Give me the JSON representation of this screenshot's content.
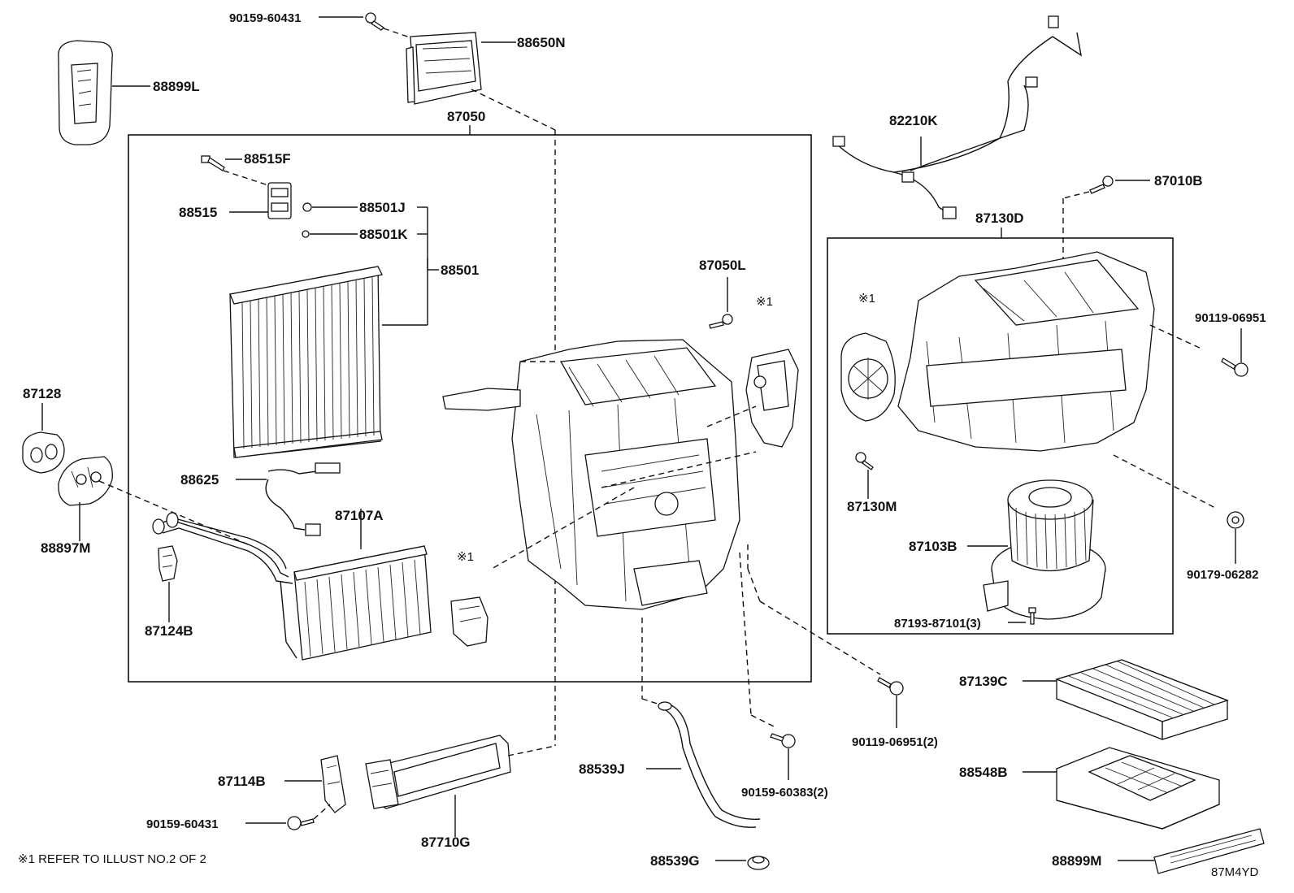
{
  "labels": {
    "p90159_60431_top": "90159-60431",
    "p88650N": "88650N",
    "p88899L": "88899L",
    "p87050": "87050",
    "p88515F": "88515F",
    "p88515": "88515",
    "p88501J": "88501J",
    "p88501K": "88501K",
    "p88501": "88501",
    "p87050L": "87050L",
    "p87128": "87128",
    "p88625": "88625",
    "p87107A": "87107A",
    "p88897M": "88897M",
    "p87124B": "87124B",
    "p82210K": "82210K",
    "p87010B": "87010B",
    "p87130D": "87130D",
    "p90119_06951": "90119-06951",
    "p87130M": "87130M",
    "p87103B": "87103B",
    "p90179_06282": "90179-06282",
    "p87193_87101": "87193-87101(3)",
    "p90119_06951_2": "90119-06951(2)",
    "p87139C": "87139C",
    "p88548B": "88548B",
    "p88899M": "88899M",
    "p87114B": "87114B",
    "p90159_60431_bot": "90159-60431",
    "p87710G": "87710G",
    "p88539J": "88539J",
    "p88539G": "88539G",
    "p90159_60383": "90159-60383(2)",
    "ref1_a": "※1",
    "ref1_b": "※1",
    "ref1_c": "※1",
    "footnote": "※1 REFER TO ILLUST NO.2 OF 2",
    "code": "87M4YD"
  }
}
